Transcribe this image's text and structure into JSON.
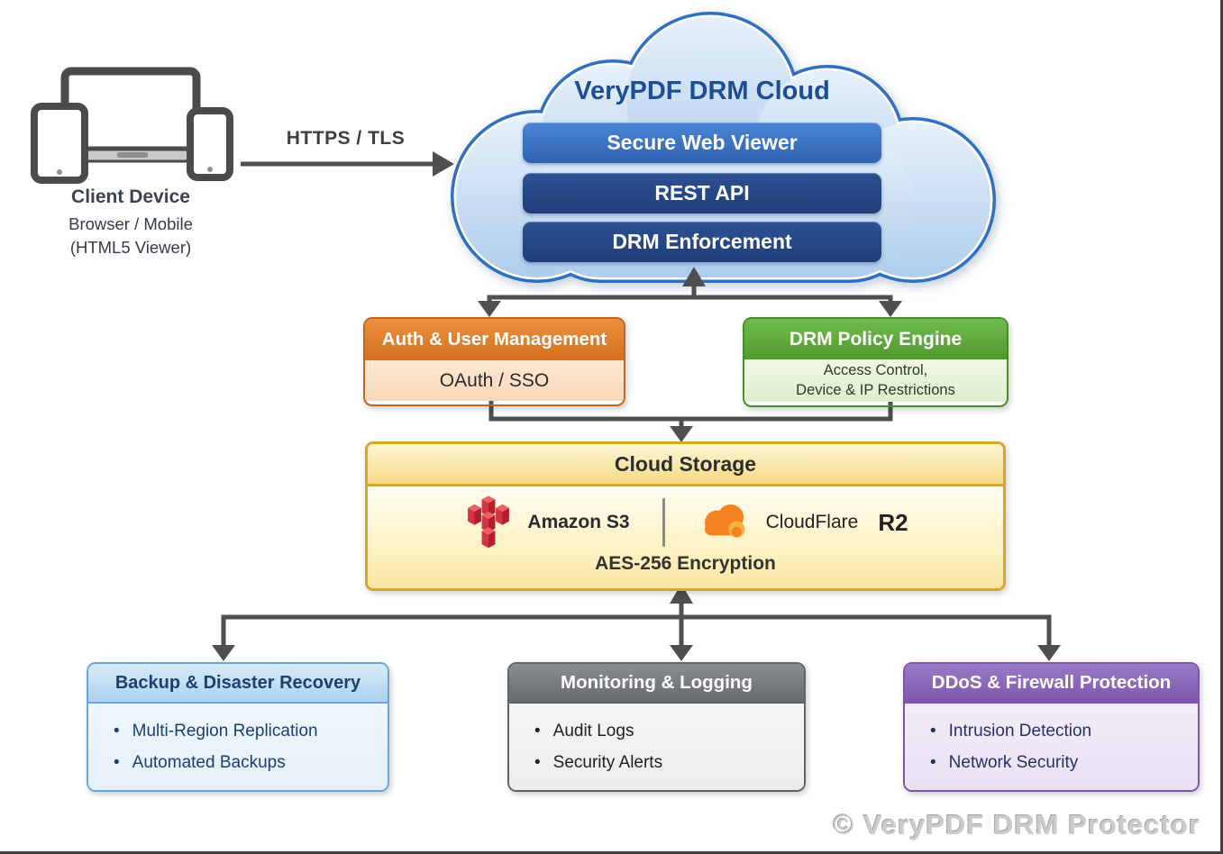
{
  "client": {
    "title": "Client Device",
    "subtitle_line1": "Browser / Mobile",
    "subtitle_line2": "(HTML5 Viewer)",
    "icons": [
      "laptop-icon",
      "tablet-icon",
      "smartphone-icon"
    ]
  },
  "connection": {
    "label": "HTTPS / TLS"
  },
  "cloud": {
    "title": "VeryPDF DRM Cloud",
    "services": [
      {
        "label": "Secure Web Viewer"
      },
      {
        "label": "REST API"
      },
      {
        "label": "DRM Enforcement"
      }
    ]
  },
  "auth_box": {
    "title": "Auth & User Management",
    "body": "OAuth / SSO"
  },
  "policy_box": {
    "title": "DRM Policy Engine",
    "body_line1": "Access Control,",
    "body_line2": "Device & IP Restrictions"
  },
  "storage": {
    "title": "Cloud Storage",
    "providers": [
      {
        "name": "Amazon S3",
        "icon": "amazon-s3-icon"
      },
      {
        "name": "CloudFlare",
        "suffix": "R2",
        "icon": "cloudflare-icon"
      }
    ],
    "encryption": "AES-256 Encryption"
  },
  "bottom_boxes": [
    {
      "title": "Backup & Disaster Recovery",
      "items": [
        "Multi-Region Replication",
        "Automated Backups"
      ],
      "theme": "blue"
    },
    {
      "title": "Monitoring & Logging",
      "items": [
        "Audit Logs",
        "Security Alerts"
      ],
      "theme": "gray"
    },
    {
      "title": "DDoS & Firewall Protection",
      "items": [
        "Intrusion Detection",
        "Network Security"
      ],
      "theme": "purple"
    }
  ],
  "watermark": "© VeryPDF DRM Protector",
  "colors": {
    "cloud_border": "#2e6fc0",
    "cloud_fill_top": "#e3eefa",
    "cloud_fill_bottom": "#aecdec",
    "button_blue_light": "#3b74c4",
    "button_blue_dark": "#274887",
    "auth_orange": "#d4701c",
    "policy_green": "#52992f",
    "storage_gold": "#d9a62a",
    "backup_blue": "#6aa7d8",
    "monitoring_gray": "#66696d",
    "ddos_purple": "#7c57ab",
    "connector_gray": "#4f4f4f",
    "s3_red": "#c02833",
    "cloudflare_orange": "#f58220"
  }
}
